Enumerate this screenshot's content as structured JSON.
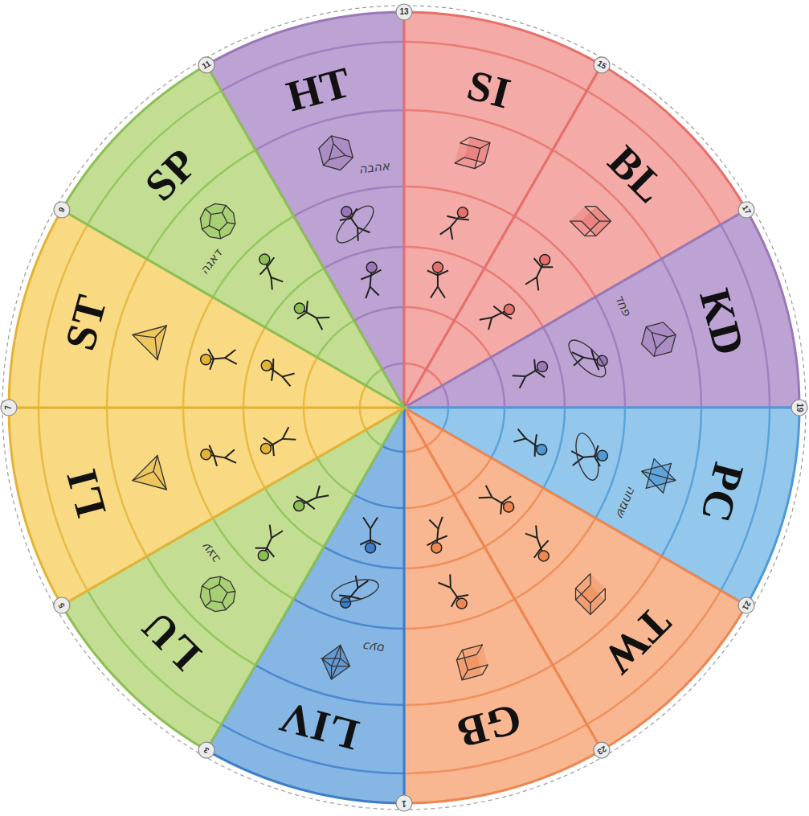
{
  "diagram": {
    "nodes": [
      {
        "text": [
          "HT"
        ]
      },
      {
        "text": [
          "SI"
        ]
      },
      {
        "text": [
          "BL"
        ]
      },
      {
        "text": [
          "KD"
        ]
      },
      {
        "text": [
          "PC"
        ]
      },
      {
        "text": [
          "TW"
        ]
      },
      {
        "text": [
          "GB"
        ]
      },
      {
        "text": [
          "LIV"
        ]
      },
      {
        "text": [
          "LU"
        ]
      },
      {
        "text": [
          "LI"
        ]
      },
      {
        "text": [
          "ST"
        ]
      },
      {
        "text": [
          "SP"
        ]
      }
    ],
    "labels": [
      "13",
      "15",
      "17",
      "19",
      "21",
      "23",
      "1",
      "3",
      "5",
      "7",
      "9",
      "11",
      "אהבה",
      "פחד",
      "שמחה",
      "כעס",
      "עצב",
      "דאגה"
    ]
  }
}
